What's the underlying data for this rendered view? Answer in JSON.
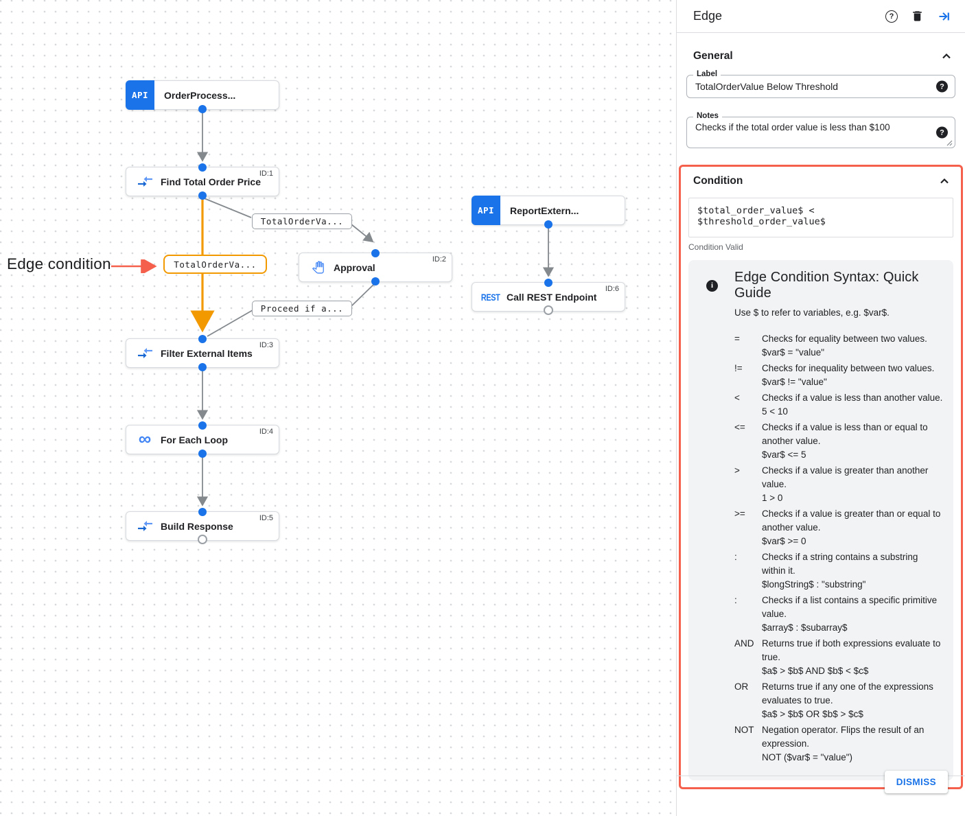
{
  "canvas": {
    "annotation": {
      "text": "Edge condition"
    },
    "nodes": [
      {
        "label": "OrderProcess...",
        "icon": "api-badge",
        "icon_text": "API"
      },
      {
        "label": "Find Total Order Price",
        "id_label": "ID:1",
        "icon": "data-mapping"
      },
      {
        "label": "Approval",
        "id_label": "ID:2",
        "icon": "hand"
      },
      {
        "label": "ReportExtern...",
        "icon": "api-badge",
        "icon_text": "API"
      },
      {
        "label": "Call REST Endpoint",
        "id_label": "ID:6",
        "icon": "rest",
        "icon_text": "REST"
      },
      {
        "label": "Filter External Items",
        "id_label": "ID:3",
        "icon": "data-mapping"
      },
      {
        "label": "For Each Loop",
        "id_label": "ID:4",
        "icon": "loop",
        "icon_text": "∞"
      },
      {
        "label": "Build Response",
        "id_label": "ID:5",
        "icon": "data-mapping"
      }
    ],
    "edge_labels": [
      {
        "text": "TotalOrderVa..."
      },
      {
        "text": "TotalOrderVa...",
        "highlighted": true
      },
      {
        "text": "Proceed if a..."
      }
    ]
  },
  "panel": {
    "title": "Edge",
    "general": {
      "heading": "General",
      "label_field": {
        "label": "Label",
        "value": "TotalOrderValue Below Threshold"
      },
      "notes_field": {
        "label": "Notes",
        "value": "Checks if the total order value is less than $100"
      }
    },
    "condition": {
      "heading": "Condition",
      "expression": "$total_order_value$ < $threshold_order_value$",
      "status": "Condition Valid"
    },
    "guide": {
      "title": "Edge Condition Syntax: Quick Guide",
      "subtitle": "Use $ to refer to variables, e.g. $var$.",
      "rows": [
        {
          "op": "=",
          "desc": "Checks for equality between two values.",
          "example": "$var$ = \"value\""
        },
        {
          "op": "!=",
          "desc": "Checks for inequality between two values.",
          "example": "$var$ != \"value\""
        },
        {
          "op": "<",
          "desc": "Checks if a value is less than another value.",
          "example": "5 < 10"
        },
        {
          "op": "<=",
          "desc": "Checks if a value is less than or equal to another value.",
          "example": "$var$ <= 5"
        },
        {
          "op": ">",
          "desc": "Checks if a value is greater than another value.",
          "example": "1 > 0"
        },
        {
          "op": ">=",
          "desc": "Checks if a value is greater than or equal to another value.",
          "example": "$var$ >= 0"
        },
        {
          "op": ":",
          "desc": "Checks if a string contains a substring within it.",
          "example": "$longString$ : \"substring\""
        },
        {
          "op": ":",
          "desc": "Checks if a list contains a specific primitive value.",
          "example": "$array$ : $subarray$"
        },
        {
          "op": "AND",
          "desc": "Returns true if both expressions evaluate to true.",
          "example": "$a$ > $b$ AND $b$ < $c$"
        },
        {
          "op": "OR",
          "desc": "Returns true if any one of the expressions evaluates to true.",
          "example": "$a$ > $b$ OR $b$ > $c$"
        },
        {
          "op": "NOT",
          "desc": "Negation operator. Flips the result of an expression.",
          "example": "NOT ($var$ = \"value\")"
        }
      ]
    },
    "dismiss_label": "DISMISS"
  },
  "colors": {
    "accent_blue": "#1a73e8",
    "edge_orange": "#f29900",
    "highlight_red": "#f4604c",
    "line_gray": "#84898e"
  }
}
